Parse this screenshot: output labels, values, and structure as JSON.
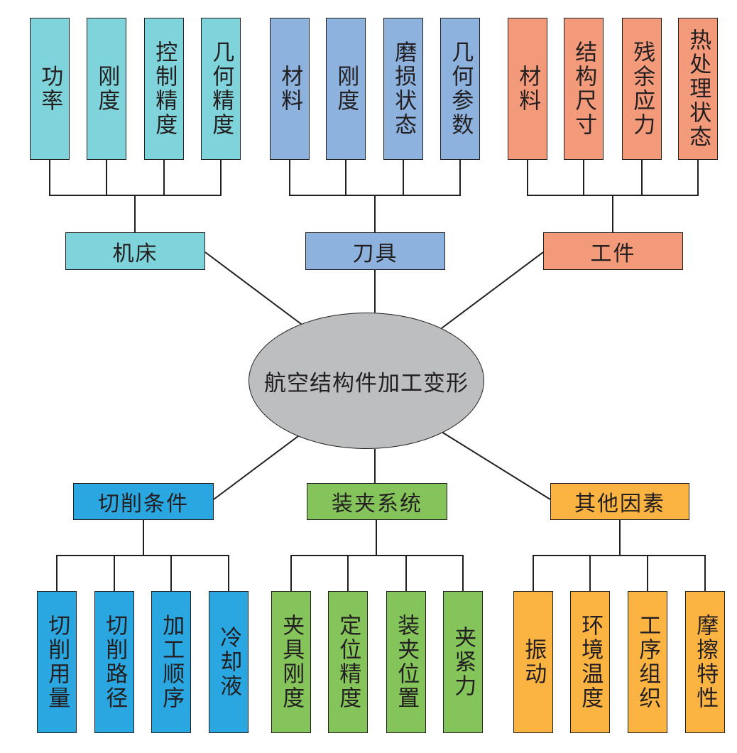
{
  "center": "航空结构件加工变形",
  "groups": [
    {
      "label": "机床",
      "color": "#7fd3da",
      "items": [
        "功率",
        "刚度",
        "控制精度",
        "几何精度"
      ]
    },
    {
      "label": "刀具",
      "color": "#8db2de",
      "items": [
        "材料",
        "刚度",
        "磨损状态",
        "几何参数"
      ]
    },
    {
      "label": "工件",
      "color": "#f39a7b",
      "items": [
        "材料",
        "结构尺寸",
        "残余应力",
        "热处理状态"
      ]
    },
    {
      "label": "切削条件",
      "color": "#2aa6e0",
      "items": [
        "切削用量",
        "切削路径",
        "加工顺序",
        "冷却液"
      ]
    },
    {
      "label": "装夹系统",
      "color": "#84c45a",
      "items": [
        "夹具刚度",
        "定位精度",
        "装夹位置",
        "夹紧力"
      ]
    },
    {
      "label": "其他因素",
      "color": "#fbb342",
      "items": [
        "振动",
        "环境温度",
        "工序组织",
        "摩擦特性"
      ]
    }
  ]
}
